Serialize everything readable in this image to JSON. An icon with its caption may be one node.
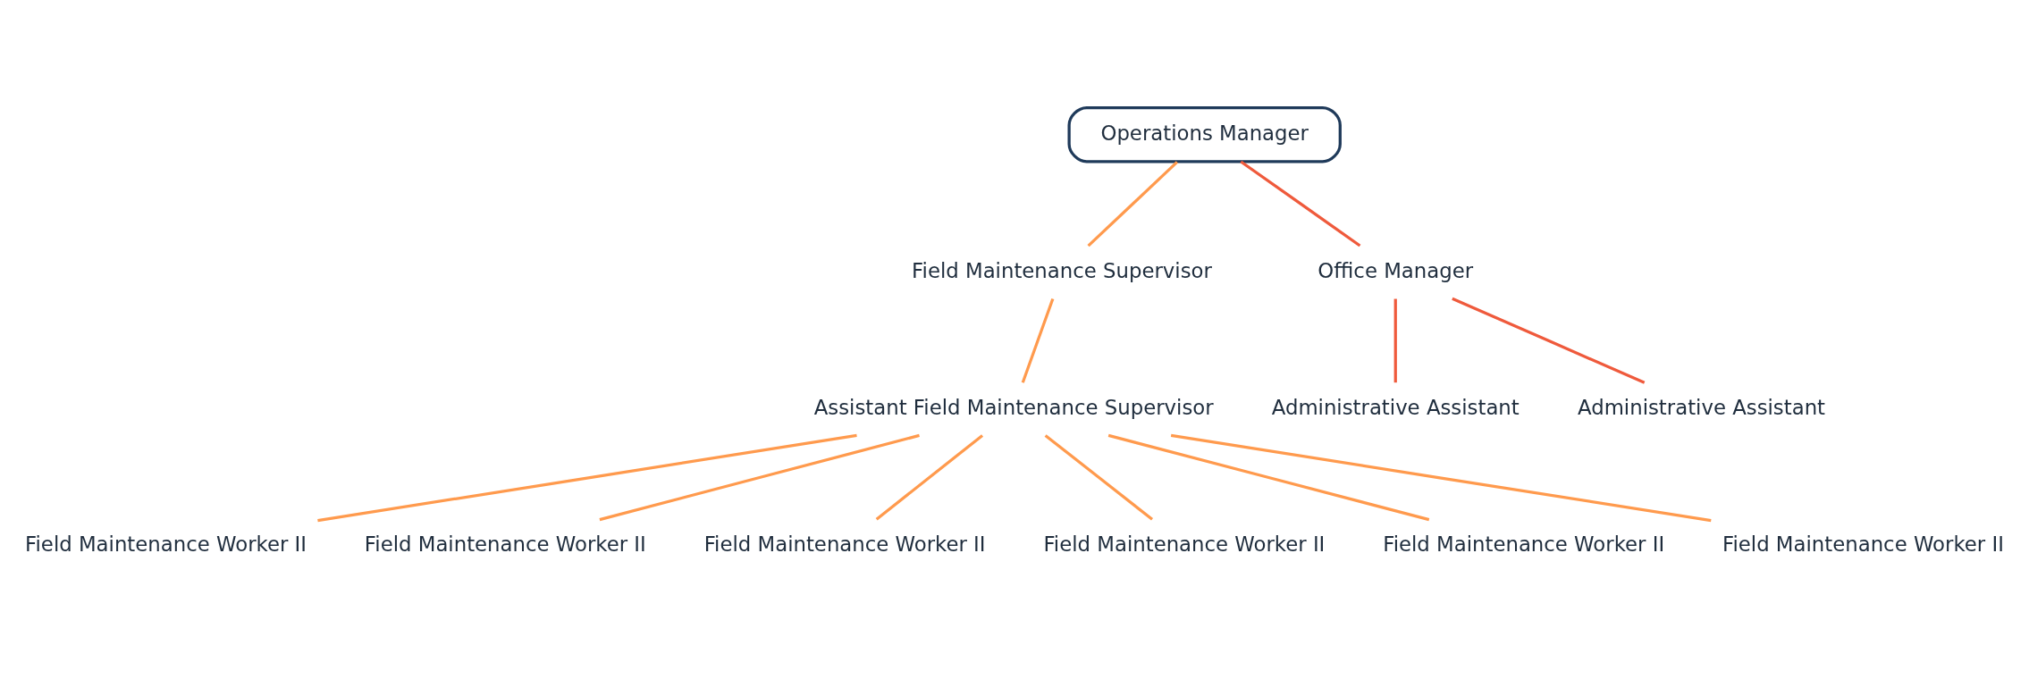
{
  "diagram": {
    "nodes": [
      {
        "text": [
          "Operations Manager"
        ]
      },
      {
        "text": [
          "Field Maintenance Supervisor"
        ]
      },
      {
        "text": [
          "Office Manager"
        ]
      },
      {
        "text": [
          "Assistant Field Maintenance Supervisor"
        ]
      },
      {
        "text": [
          "Administrative Assistant"
        ]
      },
      {
        "text": [
          "Administrative Assistant"
        ]
      },
      {
        "text": [
          "Field Maintenance Worker II"
        ]
      },
      {
        "text": [
          "Field Maintenance Worker II"
        ]
      },
      {
        "text": [
          "Field Maintenance Worker II"
        ]
      },
      {
        "text": [
          "Field Maintenance Worker II"
        ]
      },
      {
        "text": [
          "Field Maintenance Worker II"
        ]
      },
      {
        "text": [
          "Field Maintenance Worker II"
        ]
      }
    ],
    "edges": [
      {
        "from": 0,
        "to": 1,
        "arrow": "none"
      },
      {
        "from": 0,
        "to": 2,
        "arrow": "none",
        "color": "#ef5a3c"
      },
      {
        "from": 1,
        "to": 3,
        "arrow": "none"
      },
      {
        "from": 2,
        "to": 4,
        "arrow": "none",
        "color": "#ef5a3c"
      },
      {
        "from": 2,
        "to": 5,
        "arrow": "none",
        "color": "#ef5a3c"
      },
      {
        "from": 3,
        "to": 6,
        "arrow": "none"
      },
      {
        "from": 3,
        "to": 7,
        "arrow": "none"
      },
      {
        "from": 3,
        "to": 8,
        "arrow": "none"
      },
      {
        "from": 3,
        "to": 9,
        "arrow": "none"
      },
      {
        "from": 3,
        "to": 10,
        "arrow": "none"
      },
      {
        "from": 3,
        "to": 11,
        "arrow": "none"
      }
    ]
  }
}
